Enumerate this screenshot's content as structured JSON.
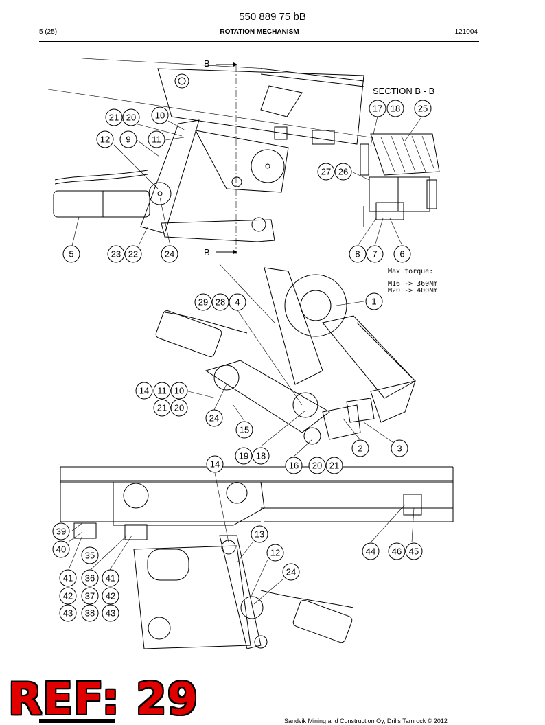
{
  "header": {
    "doc_number": "550 889 75 bB",
    "page": "5 (25)",
    "title": "ROTATION MECHANISM",
    "code": "121004"
  },
  "section_label": "SECTION  B - B",
  "section_marks": [
    "B",
    "B"
  ],
  "max_torque": {
    "heading": "Max torque:",
    "lines": [
      "M16  ->  360Nm",
      "M20  ->  400Nm"
    ]
  },
  "callouts": [
    "21",
    "20",
    "10",
    "12",
    "9",
    "11",
    "5",
    "23",
    "22",
    "24",
    "17",
    "18",
    "25",
    "27",
    "26",
    "8",
    "7",
    "6",
    "29",
    "28",
    "4",
    "1",
    "14",
    "11",
    "10",
    "21",
    "20",
    "24",
    "15",
    "19",
    "18",
    "16",
    "20",
    "21",
    "2",
    "3",
    "14",
    "13",
    "12",
    "24",
    "39",
    "40",
    "35",
    "41",
    "36",
    "41",
    "42",
    "37",
    "42",
    "43",
    "38",
    "43",
    "44",
    "46",
    "45"
  ],
  "ref_stamp": "REF: 29",
  "footer": "Sandvik Mining and Construction Oy, Drills Tamrock © 2012"
}
